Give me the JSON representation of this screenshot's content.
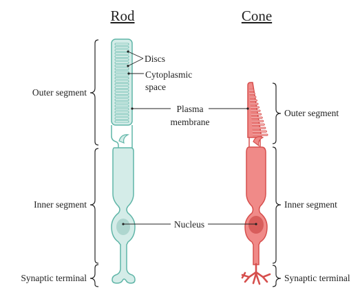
{
  "titles": {
    "rod": "Rod",
    "cone": "Cone"
  },
  "left_labels": {
    "outer_segment": "Outer segment",
    "inner_segment": "Inner segment",
    "synaptic_terminal": "Synaptic terminal"
  },
  "right_labels": {
    "outer_segment": "Outer segment",
    "inner_segment": "Inner segment",
    "synaptic_terminal": "Synaptic terminal"
  },
  "annotations": {
    "discs": "Discs",
    "cytoplasmic_line1": "Cytoplasmic",
    "cytoplasmic_line2": "space",
    "plasma_line1": "Plasma",
    "plasma_line2": "membrane",
    "nucleus": "Nucleus"
  },
  "colors": {
    "rod_fill": "#d4ece8",
    "rod_stroke": "#5fb5a7",
    "rod_nucleus": "#aed6cf",
    "cone_fill": "#f08a88",
    "cone_stroke": "#d64f4d",
    "cone_nucleus": "#d85d5b"
  }
}
